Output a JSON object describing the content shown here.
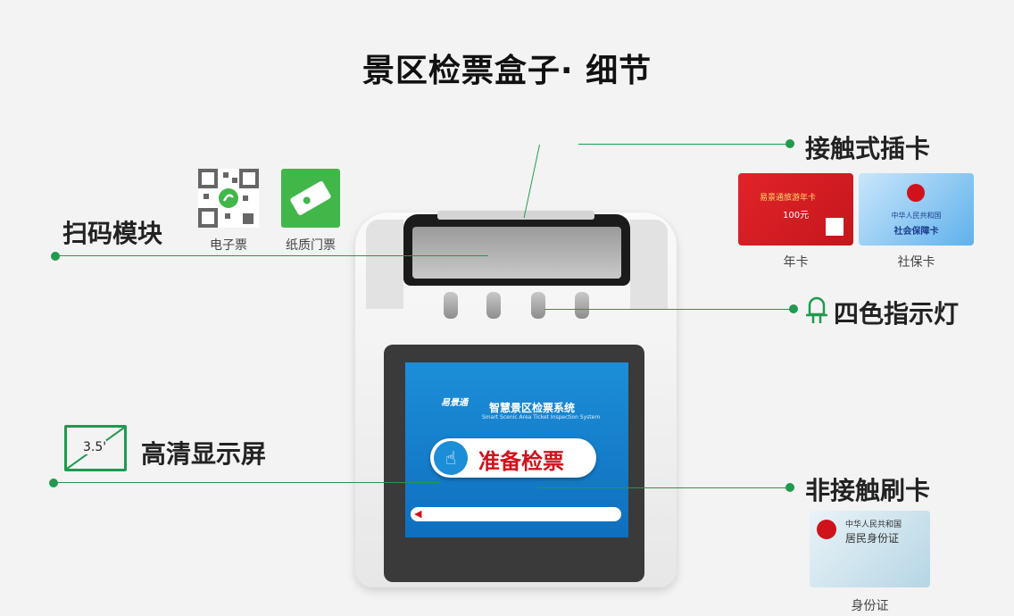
{
  "title": "景区检票盒子· 细节",
  "features": {
    "scan": "扫码模块",
    "contact_card": "接触式插卡",
    "indicator": "四色指示灯",
    "display": "高清显示屏",
    "contactless": "非接触刷卡"
  },
  "labels": {
    "e_ticket": "电子票",
    "paper_ticket": "纸质门票",
    "year_card": "年卡",
    "social_card": "社保卡",
    "id_card": "身份证",
    "screen_size": "3.5'"
  },
  "screen": {
    "brand": "易景通",
    "title": "智慧景区检票系统",
    "subtitle": "Smart Scenic Area Ticket Inspection System",
    "button": "准备检票"
  },
  "cards": {
    "red_header": "易景通旅游年卡",
    "red_value": "100元",
    "blue_header": "中华人民共和国",
    "blue_title": "社会保障卡",
    "id_header": "中华人民共和国",
    "id_title": "居民身份证"
  },
  "colors": {
    "accent": "#1f9a4e",
    "screen_blue": "#1c8ed8",
    "ready_red": "#d0121b"
  }
}
